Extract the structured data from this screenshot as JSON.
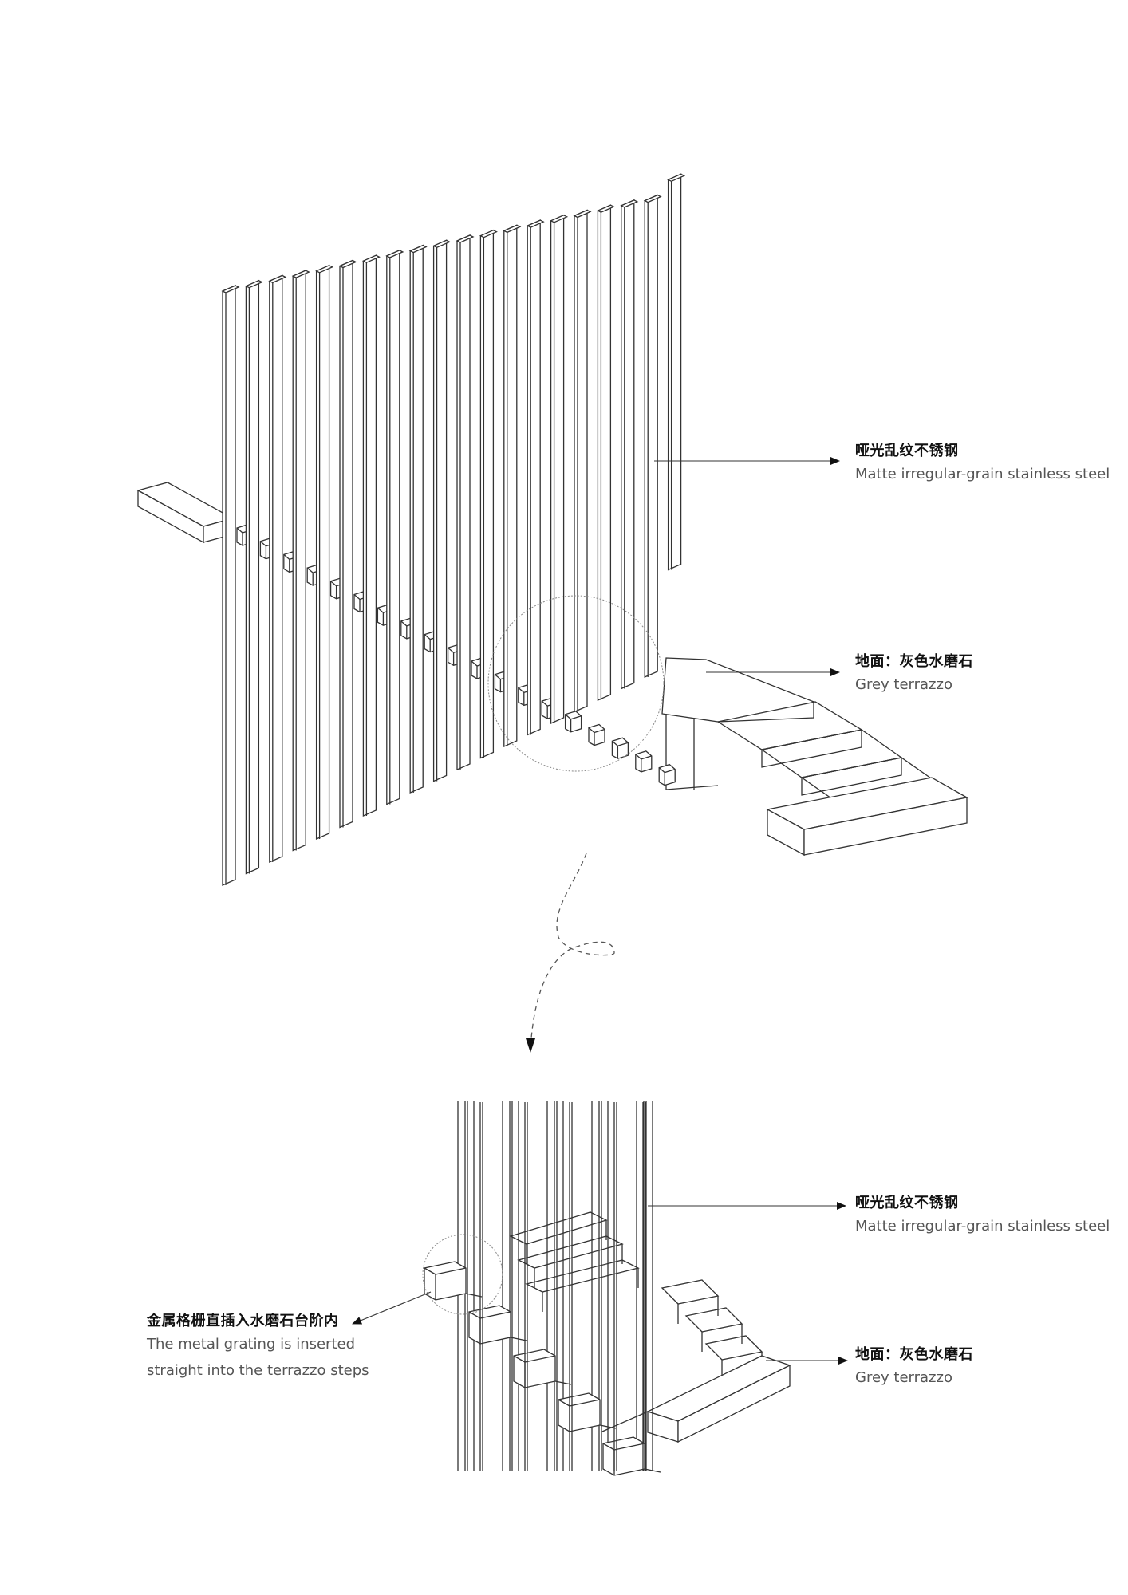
{
  "top_view": {
    "steel_label_zh": "哑光乱纹不锈钢",
    "steel_label_en": "Matte irregular-grain stainless steel",
    "floor_label_zh": "地面：灰色水磨石",
    "floor_label_en": "Grey terrazzo"
  },
  "detail_view": {
    "steel_label_zh": "哑光乱纹不锈钢",
    "steel_label_en": "Matte irregular-grain stainless steel",
    "floor_label_zh": "地面：灰色水磨石",
    "floor_label_en": "Grey terrazzo",
    "insert_label_zh": "金属格栅直插入水磨石台阶内",
    "insert_label_en_line1": "The metal grating is inserted",
    "insert_label_en_line2": "straight into the terrazzo steps"
  },
  "colors": {
    "line": "#333333",
    "arrow": "#111111",
    "dash": "#555555"
  }
}
